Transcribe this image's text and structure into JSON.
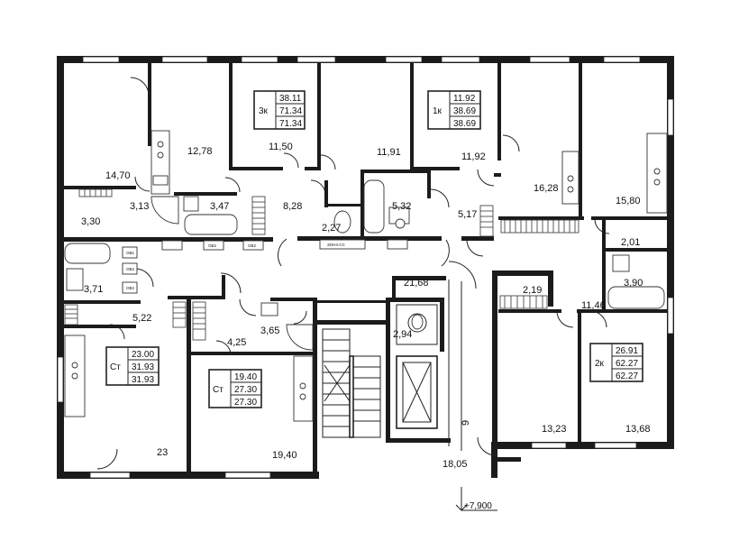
{
  "rooms": [
    {
      "id": "r1",
      "label": "14,70"
    },
    {
      "id": "r2",
      "label": "12,78"
    },
    {
      "id": "r3",
      "label": "11,50"
    },
    {
      "id": "r4",
      "label": "11,91"
    },
    {
      "id": "r5",
      "label": "11,92"
    },
    {
      "id": "r6",
      "label": "16,28"
    },
    {
      "id": "r7",
      "label": "15,80"
    },
    {
      "id": "r8",
      "label": "3,30"
    },
    {
      "id": "r9",
      "label": "3,13"
    },
    {
      "id": "r10",
      "label": "3,47"
    },
    {
      "id": "r11",
      "label": "8,28"
    },
    {
      "id": "r12",
      "label": "2,27"
    },
    {
      "id": "r13",
      "label": "5,32"
    },
    {
      "id": "r14",
      "label": "5,17"
    },
    {
      "id": "r15",
      "label": "2,01"
    },
    {
      "id": "r16",
      "label": "3,90"
    },
    {
      "id": "r17",
      "label": "3,71"
    },
    {
      "id": "r18",
      "label": "21,68"
    },
    {
      "id": "r19",
      "label": "2,19"
    },
    {
      "id": "r20",
      "label": "11,46"
    },
    {
      "id": "r21",
      "label": "5,22"
    },
    {
      "id": "r22",
      "label": "4,25"
    },
    {
      "id": "r23",
      "label": "3,65"
    },
    {
      "id": "r24",
      "label": "2,94"
    },
    {
      "id": "r25",
      "label": "23"
    },
    {
      "id": "r26",
      "label": "19,40"
    },
    {
      "id": "r27",
      "label": "9"
    },
    {
      "id": "r28",
      "label": "18,05"
    },
    {
      "id": "r29",
      "label": "13,23"
    },
    {
      "id": "r30",
      "label": "13,68"
    }
  ],
  "apartments": [
    {
      "id": "3k",
      "type": "3к",
      "living": "38.11",
      "total": "71.34",
      "total2": "71.34"
    },
    {
      "id": "1k",
      "type": "1к",
      "living": "11.92",
      "total": "38.69",
      "total2": "38.69"
    },
    {
      "id": "st1",
      "type": "Ст",
      "living": "23.00",
      "total": "31.93",
      "total2": "31.93"
    },
    {
      "id": "st2",
      "type": "Ст",
      "living": "19.40",
      "total": "27.30",
      "total2": "27.30"
    },
    {
      "id": "2k",
      "type": "2к",
      "living": "26.91",
      "total": "62.27",
      "total2": "62.27"
    }
  ],
  "shaft_tags": [
    "ОВ1",
    "ОВ2",
    "ОВ2",
    "ОВ2",
    "ОВ2",
    "ЗОН4-СС"
  ],
  "level_mark": "+7,900"
}
